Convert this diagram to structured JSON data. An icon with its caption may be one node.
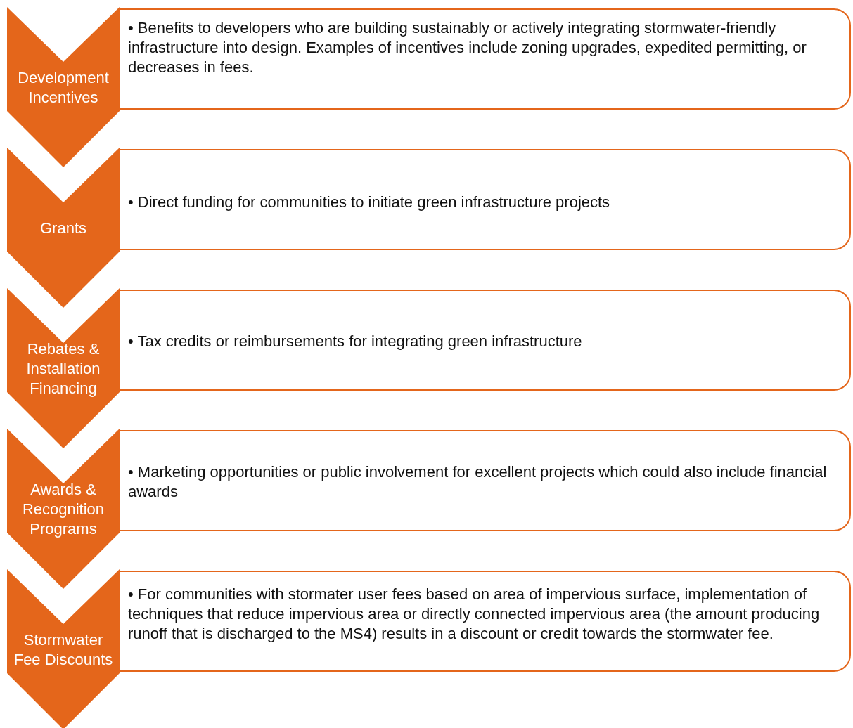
{
  "diagram": {
    "nodes": [
      {
        "text": [
          "Development Incentives"
        ]
      },
      {
        "text": [
          "• Benefits to developers who are building sustainably or actively integrating stormwater-friendly infrastructure into design. Examples of incentives include zoning upgrades, expedited permitting, or decreases in fees."
        ]
      },
      {
        "text": [
          "Grants"
        ]
      },
      {
        "text": [
          "• Direct funding for communities to initiate green infrastructure projects"
        ]
      },
      {
        "text": [
          "Rebates & Installation Financing"
        ]
      },
      {
        "text": [
          "• Tax credits or reimbursements for integrating green infrastructure"
        ]
      },
      {
        "text": [
          "Awards & Recognition Programs"
        ]
      },
      {
        "text": [
          "• Marketing opportunities or public involvement for excellent projects which could also include financial awards"
        ]
      },
      {
        "text": [
          "Stormwater Fee Discounts"
        ]
      },
      {
        "text": [
          "• For communities with stormater user fees based on area of impervious surface, implementation of techniques that reduce impervious area or directly connected impervious area (the amount producing runoff that is discharged to the MS4) results in a discount or credit towards the stormwater fee."
        ]
      }
    ],
    "edges": []
  }
}
